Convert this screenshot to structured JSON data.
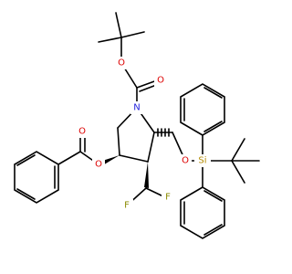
{
  "molecule": {
    "colors": {
      "bond": "#000000",
      "N": "#2222dd",
      "O": "#dd0000",
      "F": "#8a8a00",
      "Si": "#b38b00"
    },
    "atom_labels": {
      "N": "N",
      "O_carbonyl_boc": "O",
      "O_ester_boc": "O",
      "O_carbonyl_bz": "O",
      "O_ester_bz": "O",
      "O_silyl_ether": "O",
      "Si": "Si",
      "F_left": "F",
      "F_right": "F"
    }
  }
}
